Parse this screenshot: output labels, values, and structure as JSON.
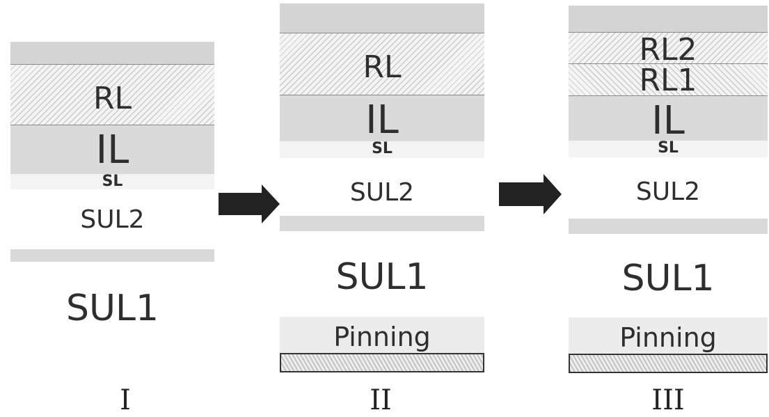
{
  "panels": [
    {
      "numeral": "I",
      "layers": {
        "rl": "RL",
        "il": "IL",
        "sl": "SL",
        "sul2": "SUL2",
        "sul1": "SUL1"
      }
    },
    {
      "numeral": "II",
      "layers": {
        "rl": "RL",
        "il": "IL",
        "sl": "SL",
        "sul2": "SUL2",
        "sul1": "SUL1",
        "pinning": "Pinning"
      }
    },
    {
      "numeral": "III",
      "layers": {
        "rl2": "RL2",
        "rl1": "RL1",
        "il": "IL",
        "sl": "SL",
        "sul2": "SUL2",
        "sul1": "SUL1",
        "pinning": "Pinning"
      }
    }
  ],
  "colors": {
    "arrow": "#222222",
    "text": "#2e2e2e"
  }
}
